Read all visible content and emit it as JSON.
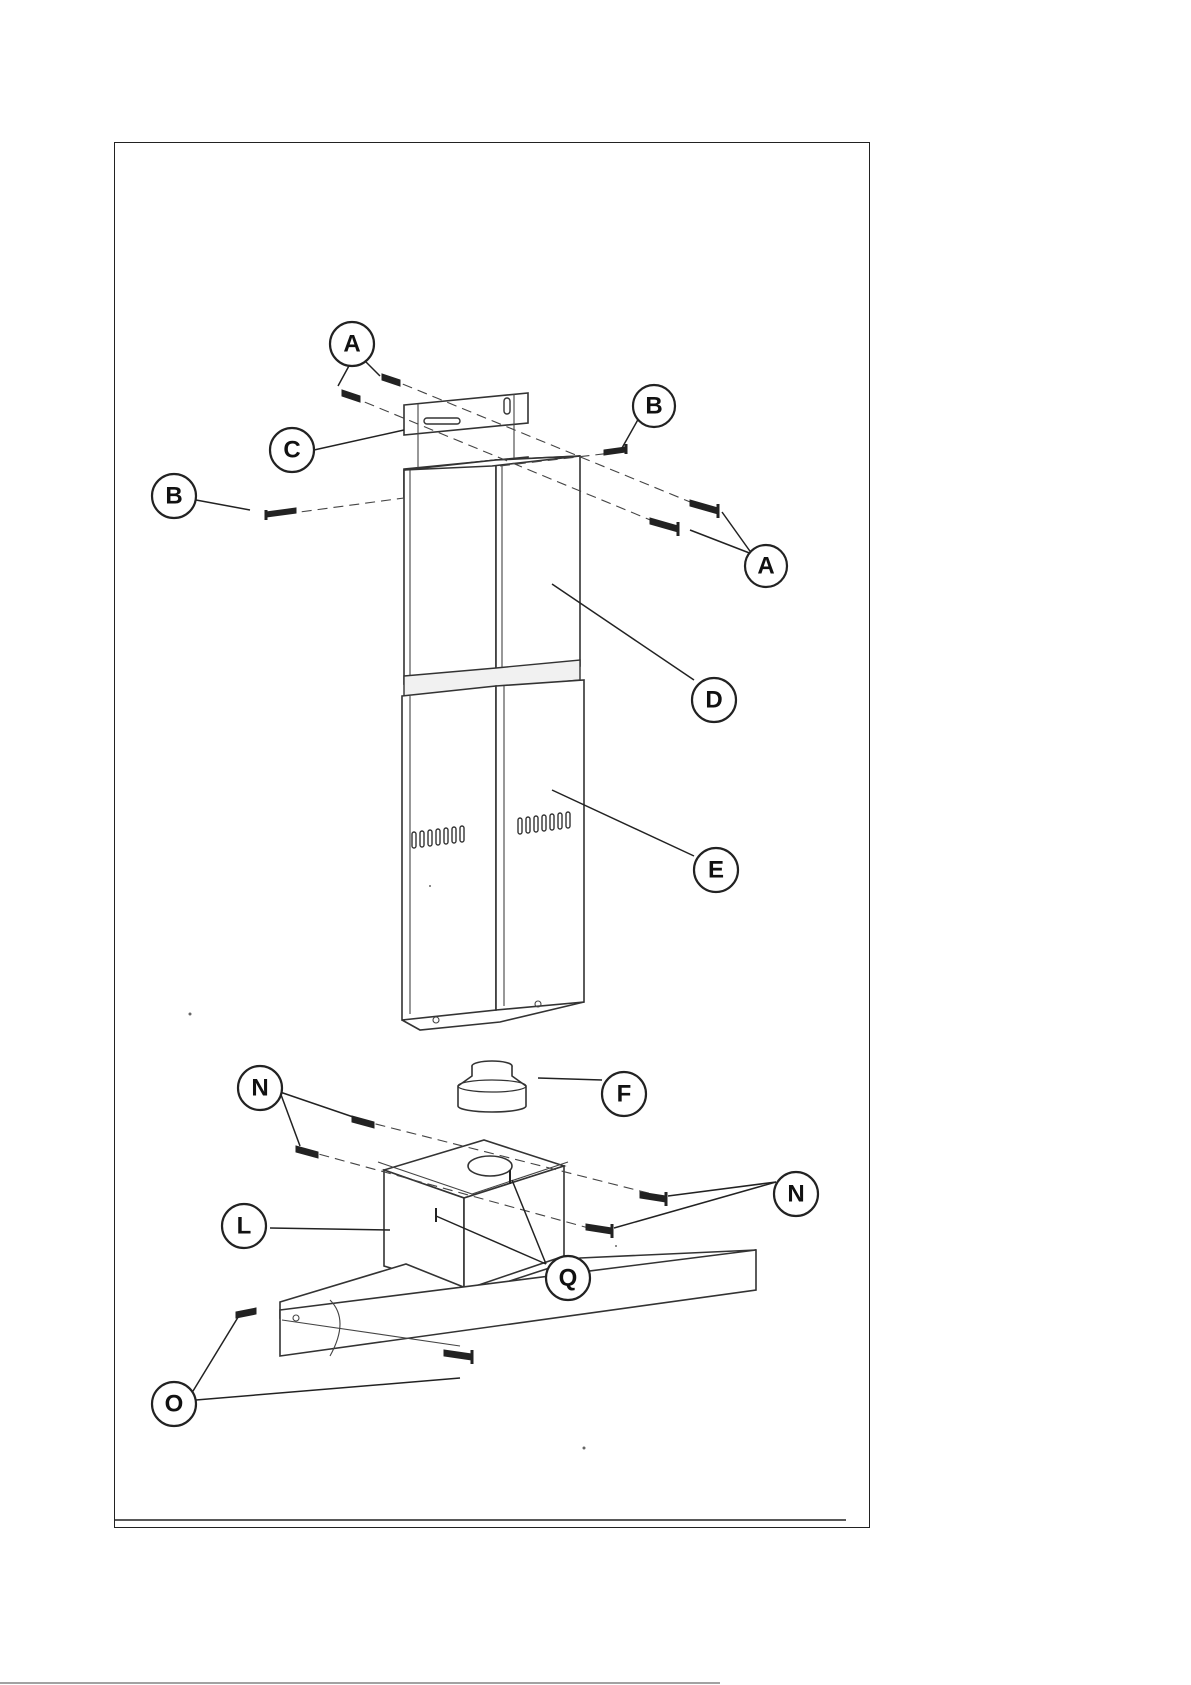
{
  "callouts": {
    "a_top": "A",
    "a_right": "A",
    "b_left": "B",
    "b_right": "B",
    "c": "C",
    "d": "D",
    "e": "E",
    "f": "F",
    "n_left": "N",
    "n_right": "N",
    "l": "L",
    "q": "Q",
    "o": "O"
  }
}
